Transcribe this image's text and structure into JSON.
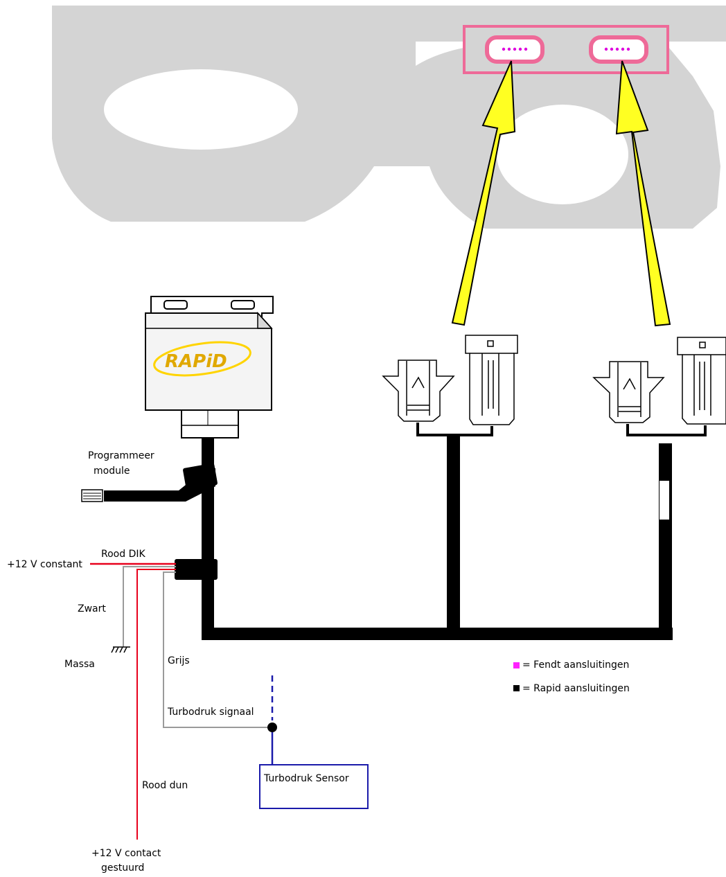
{
  "brand": {
    "logo_text": "RAPiD"
  },
  "labels": {
    "programmeer_line1": "Programmeer",
    "programmeer_line2": "module",
    "plus12_constant": "+12 V constant",
    "rood_dik": "Rood DIK",
    "zwart": "Zwart",
    "massa": "Massa",
    "grijs": "Grijs",
    "turbodruk_signaal": "Turbodruk signaal",
    "turbodruk_sensor": "Turbodruk Sensor",
    "rood_dun": "Rood dun",
    "plus12_contact_line1": "+12 V contact",
    "plus12_contact_line2": "gestuurd"
  },
  "legend": {
    "fendt": "= Fendt aansluitingen",
    "rapid": "= Rapid aansluitingen"
  },
  "colors": {
    "tractor_silhouette": "#d4d4d4",
    "fendt_connector": "#ee6a98",
    "fendt_pins": "#dd00dd",
    "arrow_fill": "#ffff22",
    "wire_red": "#e8001c",
    "wire_grey": "#9a9a9a",
    "wire_black": "#000000",
    "sensor_blue": "#1a1aaa"
  }
}
